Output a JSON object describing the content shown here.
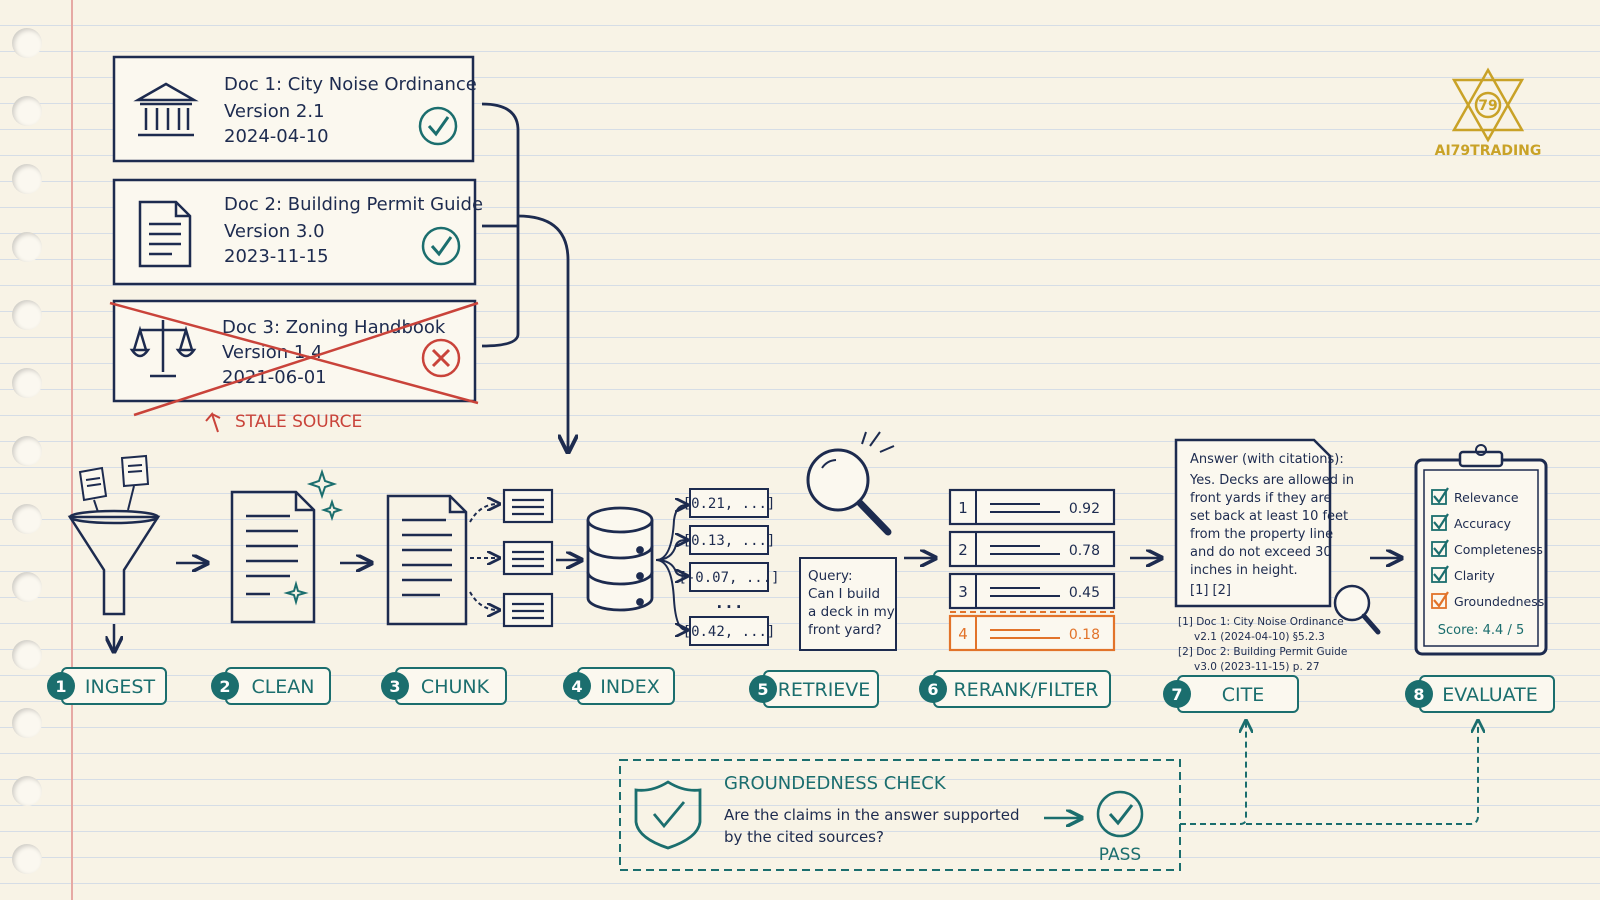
{
  "colors": {
    "ink": "#1d2b4f",
    "teal": "#1b6e6e",
    "red": "#c9433a",
    "orange": "#e2732a",
    "gold": "#c9a227",
    "paper": "#f8f3e6"
  },
  "logo": {
    "text": "AI79TRADING",
    "mark": "79"
  },
  "documents": [
    {
      "title": "Doc 1: City Noise Ordinance",
      "version": "Version 2.1",
      "date": "2024-04-10",
      "icon": "courthouse-icon",
      "status": "check-icon"
    },
    {
      "title": "Doc 2: Building Permit Guide",
      "version": "Version 3.0",
      "date": "2023-11-15",
      "icon": "document-icon",
      "status": "check-icon"
    },
    {
      "title": "Doc 3: Zoning Handbook",
      "version": "Version 1.4",
      "date": "2021-06-01",
      "icon": "scales-icon",
      "status": "x-icon"
    }
  ],
  "stale_label": "STALE SOURCE",
  "steps": [
    {
      "num": "1",
      "label": "INGEST"
    },
    {
      "num": "2",
      "label": "CLEAN"
    },
    {
      "num": "3",
      "label": "CHUNK"
    },
    {
      "num": "4",
      "label": "INDEX"
    },
    {
      "num": "5",
      "label": "RETRIEVE"
    },
    {
      "num": "6",
      "label": "RERANK/FILTER"
    },
    {
      "num": "7",
      "label": "CITE"
    },
    {
      "num": "8",
      "label": "EVALUATE"
    }
  ],
  "vectors": [
    "[0.21, ...]",
    "[0.13, ...]",
    "[-0.07, ...]",
    "...",
    "[0.42, ...]"
  ],
  "query": [
    "Query:",
    "Can I build",
    "a deck in my",
    "front yard?"
  ],
  "rerank": [
    {
      "rank": "1",
      "score": "0.92"
    },
    {
      "rank": "2",
      "score": "0.78"
    },
    {
      "rank": "3",
      "score": "0.45"
    },
    {
      "rank": "4",
      "score": "0.18"
    }
  ],
  "answer": {
    "title": "Answer (with citations):",
    "lines": [
      "Yes. Decks are allowed in",
      "front yards if they are",
      "set back at least 10 feet",
      "from the property line",
      "and do not exceed 30",
      "inches in height."
    ],
    "refs": "[1] [2]"
  },
  "citations": [
    {
      "l1": "[1] Doc 1: City Noise Ordinance",
      "l2": "v2.1 (2024-04-10) §5.2.3"
    },
    {
      "l1": "[2] Doc 2: Building Permit Guide",
      "l2": "v3.0 (2023-11-15) p. 27"
    }
  ],
  "evaluation": {
    "items": [
      {
        "label": "Relevance",
        "tone": "teal"
      },
      {
        "label": "Accuracy",
        "tone": "teal"
      },
      {
        "label": "Completeness",
        "tone": "teal"
      },
      {
        "label": "Clarity",
        "tone": "teal"
      },
      {
        "label": "Groundedness",
        "tone": "orange"
      }
    ],
    "score": "Score: 4.4 / 5"
  },
  "groundedness": {
    "title": "GROUNDEDNESS CHECK",
    "q1": "Are the claims in the answer supported",
    "q2": "by the cited sources?",
    "result": "PASS"
  }
}
